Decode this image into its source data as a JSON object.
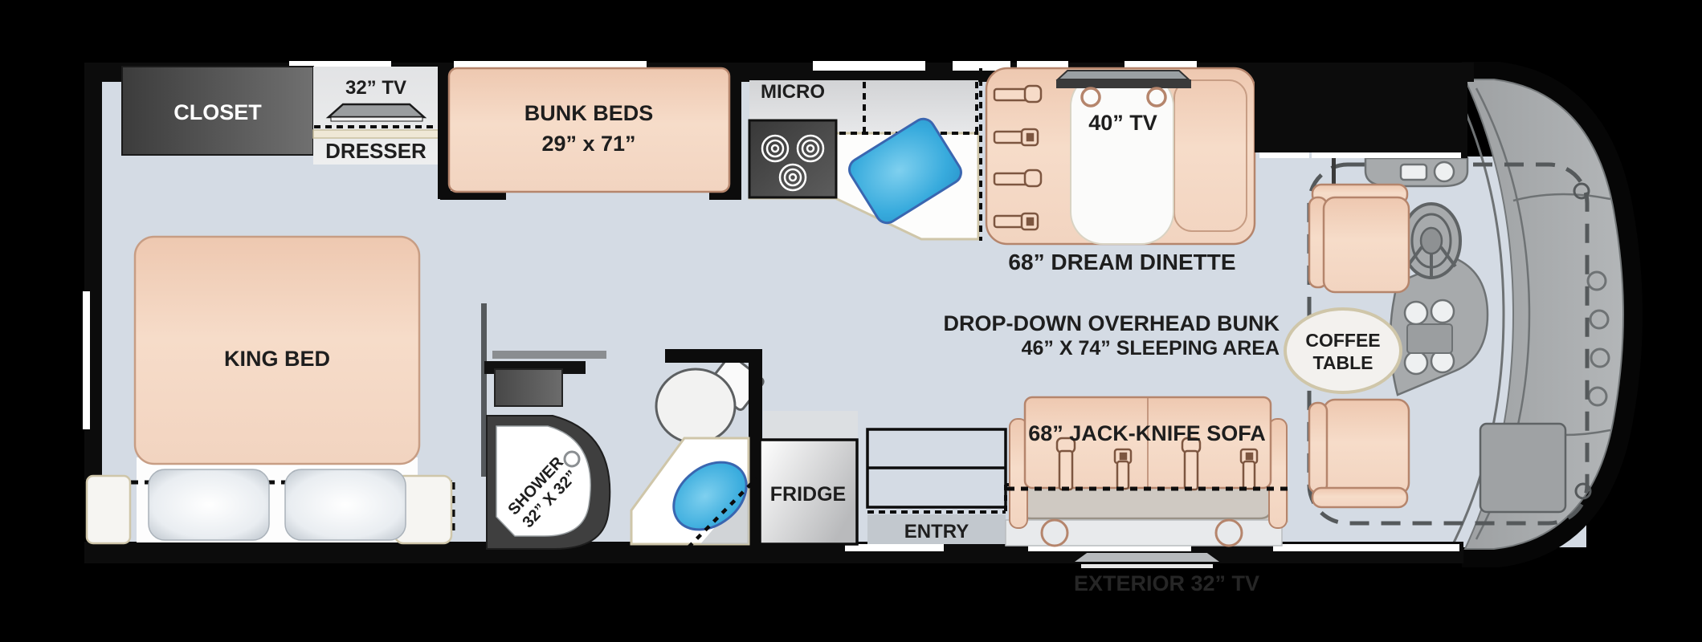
{
  "title": "RV motorhome floor plan",
  "labels": {
    "closet": "CLOSET",
    "tv_32": "32” TV",
    "dresser": "DRESSER",
    "bunk_beds": {
      "name": "BUNK BEDS",
      "size": "29” x 71”"
    },
    "micro": "MICRO",
    "tv_40": "40” TV",
    "dinette": "68” DREAM DINETTE",
    "overhead_bunk": {
      "line1": "DROP-DOWN OVERHEAD BUNK",
      "line2": "46” X 74” SLEEPING AREA"
    },
    "king_bed": "KING BED",
    "shower": {
      "line1": "SHOWER",
      "line2": "32” X 32”"
    },
    "fridge": "FRIDGE",
    "entry": "ENTRY",
    "sofa": "68” JACK-KNIFE SOFA",
    "coffee_table": {
      "line1": "COFFEE",
      "line2": "TABLE"
    },
    "exterior_tv": "EXTERIOR 32” TV"
  },
  "colors": {
    "background": "#000000",
    "floor": "#d4dbe4",
    "wall": "#0c0c0c",
    "furniture_peach": "#f3d6c2",
    "furniture_border": "#b5856c",
    "closet_dark": "#4a4a4a",
    "overhead_cabinet_gray": "#d9dadc",
    "counter_white": "#fdfdfc",
    "counter_trim_tan": "#cfc6a9",
    "sink_blue": "#35aadd",
    "sink_border_blue": "#3a66b0",
    "shower_frame": "#3f3f3f",
    "cab_gray": "#a7aaac",
    "cab_outline": "#6e7274",
    "coffee_table_white": "#f3f1ee",
    "label_text": "#1e1e1e",
    "exterior_label_text": "#262626"
  }
}
